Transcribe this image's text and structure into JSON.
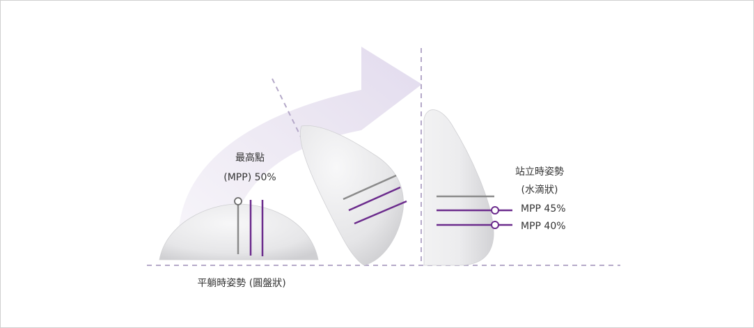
{
  "diagram": {
    "flat": {
      "mpp_title": "最高點",
      "mpp_value": "(MPP) 50%",
      "caption": "平躺時姿勢 (圓盤狀)"
    },
    "standing": {
      "caption_line1": "站立時姿勢",
      "caption_line2": "(水滴狀)",
      "mpp_upper": "MPP 45%",
      "mpp_lower": "MPP 40%"
    },
    "colors": {
      "accent_purple": "#6b2b8c",
      "marker_gray": "#8a8a8a",
      "dashed_lilac": "#b4a8c8",
      "arrow_fill": "#e6e0f0",
      "implant_fill": "#e9e9eb"
    }
  }
}
